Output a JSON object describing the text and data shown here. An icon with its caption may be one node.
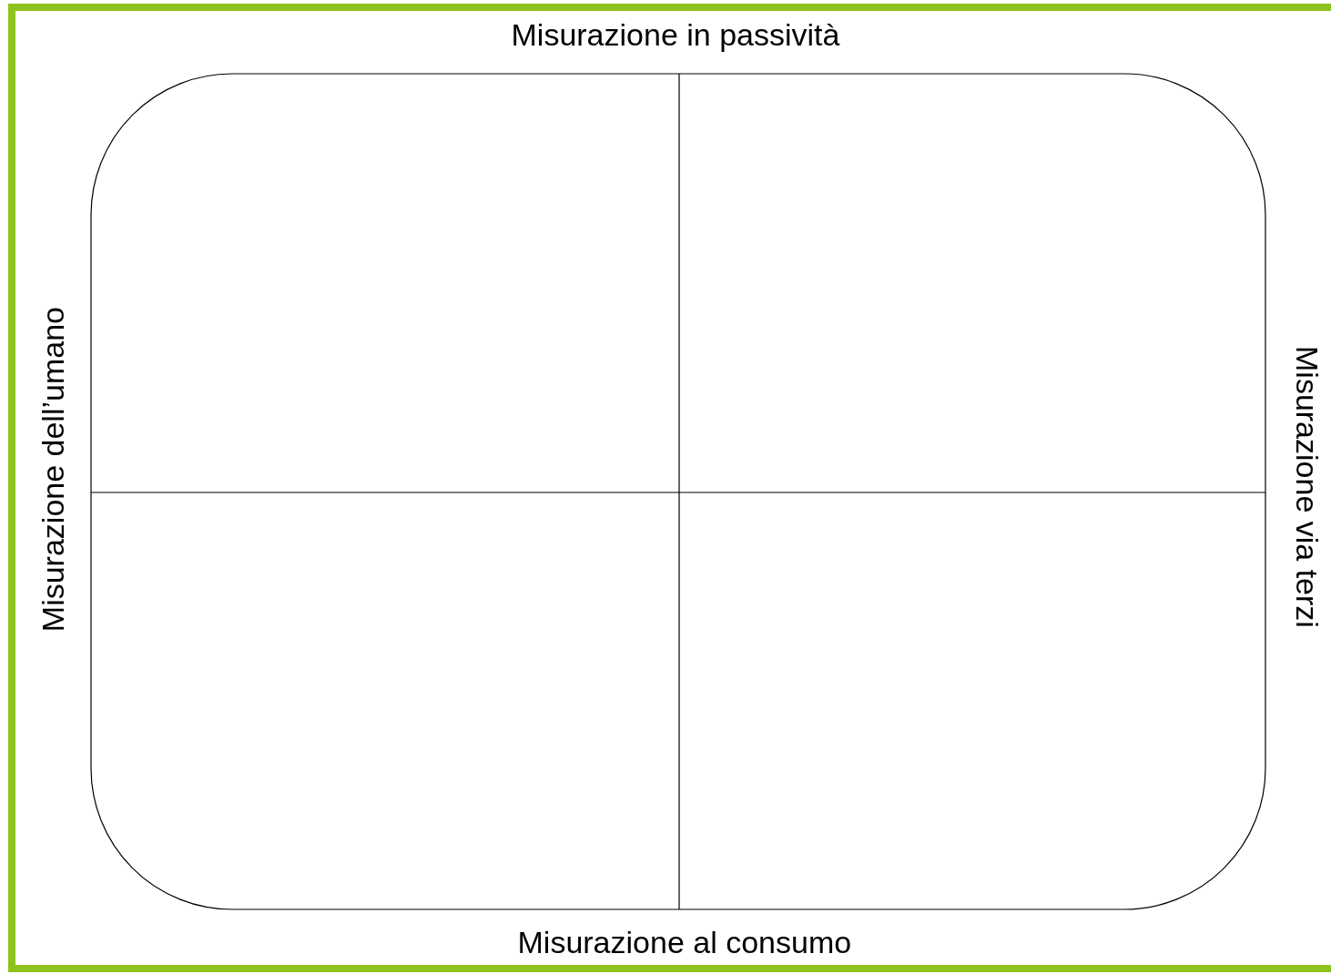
{
  "diagram": {
    "labels": [
      "Misurazione in passività",
      "Misurazione dell’umano",
      "Misurazione via terzi",
      "Misurazione al consumo"
    ]
  }
}
